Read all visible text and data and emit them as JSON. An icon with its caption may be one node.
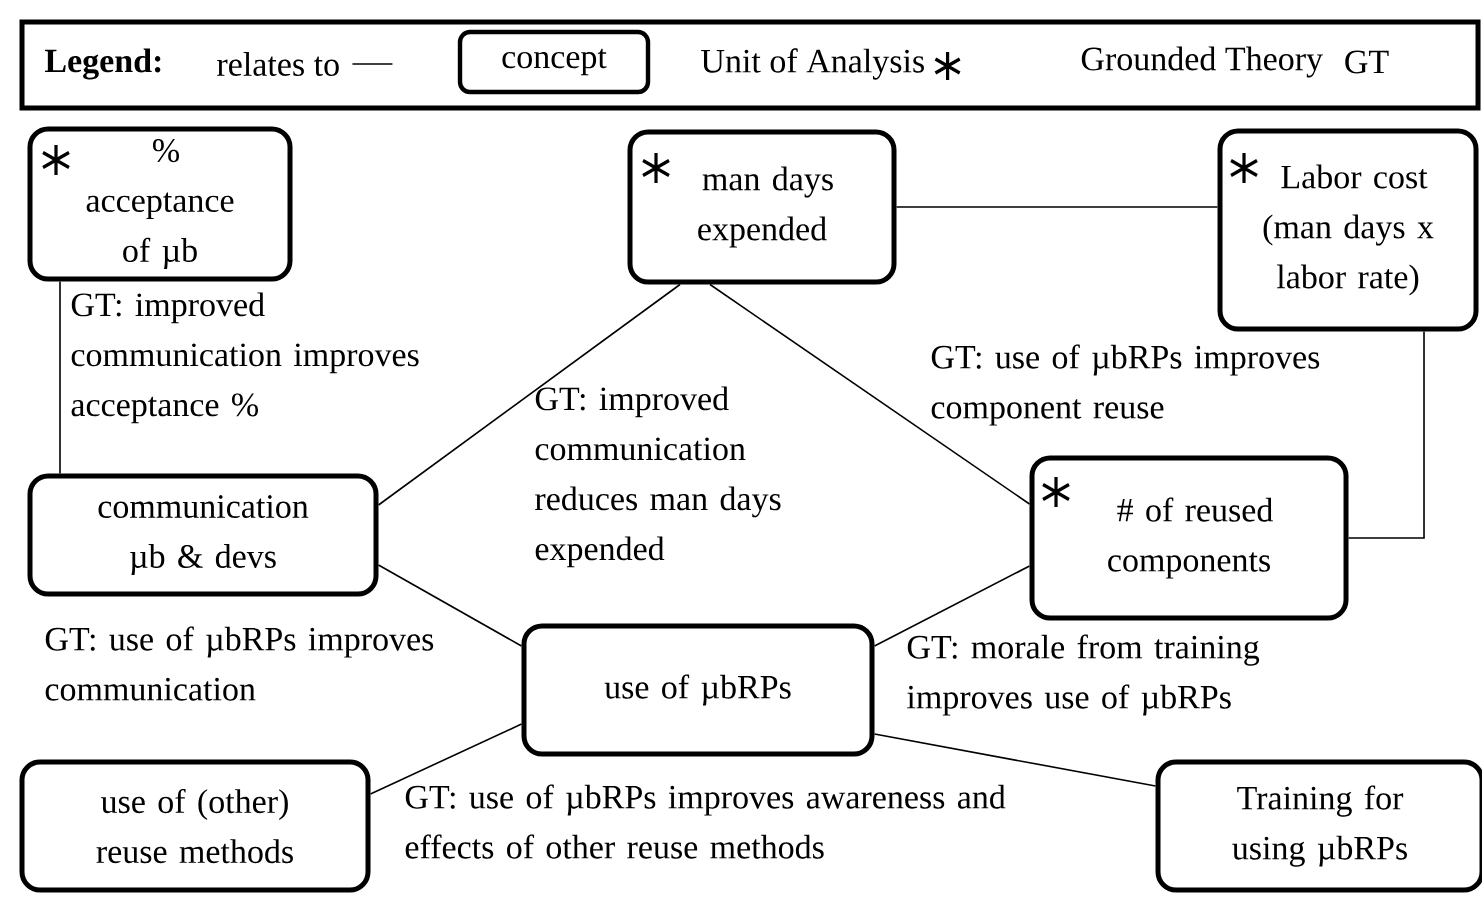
{
  "diagram": {
    "nodes": [
      {
        "text": [
          "% acceptance of µb"
        ]
      },
      {
        "text": [
          "man days expended"
        ]
      },
      {
        "text": [
          "Labor cost (man days x labor rate)"
        ]
      },
      {
        "text": [
          "communication µb & devs"
        ]
      },
      {
        "text": [
          "# of reused components"
        ]
      },
      {
        "text": [
          "use of µbRPs"
        ]
      },
      {
        "text": [
          "use of (other) reuse methods"
        ]
      },
      {
        "text": [
          "Training for using µbRPs"
        ]
      }
    ],
    "edges": [
      {
        "from": 0,
        "to": 3,
        "arrow": "none",
        "label": "GT: improved communication improves acceptance %"
      },
      {
        "from": 1,
        "to": 2,
        "arrow": "none"
      },
      {
        "from": 3,
        "to": 1,
        "arrow": "none",
        "label": "GT: improved communication reduces man days expended"
      },
      {
        "from": 1,
        "to": 4,
        "arrow": "none",
        "label": "GT: use of µbRPs improves component reuse"
      },
      {
        "from": 2,
        "to": 4,
        "arrow": "none"
      },
      {
        "from": 5,
        "to": 3,
        "arrow": "none",
        "label": "GT: use of µbRPs improves communication"
      },
      {
        "from": 5,
        "to": 4,
        "arrow": "none"
      },
      {
        "from": 5,
        "to": 6,
        "arrow": "none",
        "label": "GT: use of µbRPs improves awareness and effects of other reuse methods"
      },
      {
        "from": 7,
        "to": 5,
        "arrow": "none",
        "label": "GT: morale from training improves use of µbRPs"
      }
    ],
    "labels": [
      "Legend:",
      "GT"
    ],
    "legend": [
      {
        "text": "relates to"
      },
      {
        "text": "concept"
      },
      {
        "text": "Unit of Analysis"
      },
      {
        "text": "Grounded Theory"
      }
    ]
  }
}
